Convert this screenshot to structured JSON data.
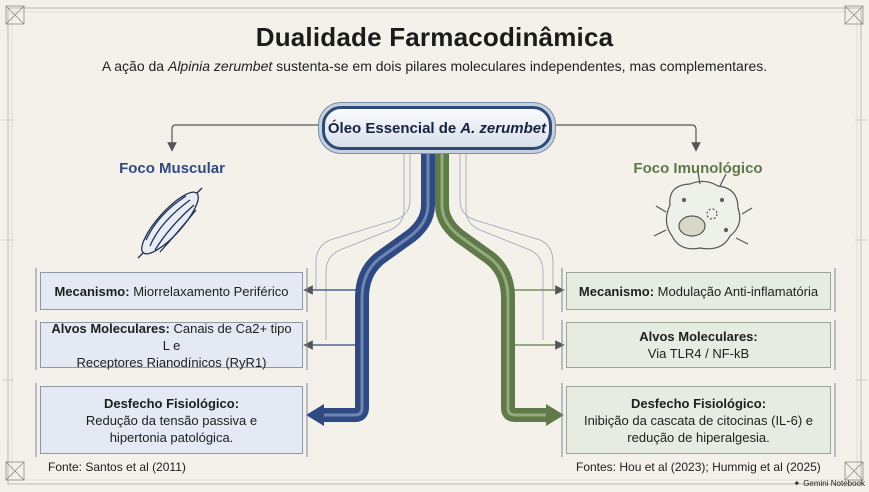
{
  "header": {
    "title": "Dualidade Farmacodinâmica",
    "subtitle_pre": "A ação da ",
    "subtitle_species": "Alpinia zerumbet",
    "subtitle_post": " sustenta-se em dois pilares moleculares independentes, mas complementares."
  },
  "center": {
    "label_pre": "Óleo Essencial de ",
    "label_species": "A. zerumbet"
  },
  "left": {
    "focus_title": "Foco Muscular",
    "icon": "muscle-fiber-icon",
    "color": "#2f4a82",
    "mechanism_label": "Mecanismo:",
    "mechanism_value": "Miorrelaxamento Periférico",
    "targets_label": "Alvos Moleculares:",
    "targets_value_1": "Canais de Ca2+ tipo L e",
    "targets_value_2": "Receptores Rianodínicos (RyR1)",
    "outcome_label": "Desfecho Fisiológico:",
    "outcome_value_1": "Redução da tensão passiva e",
    "outcome_value_2": "hipertonia patológica.",
    "source": "Fonte: Santos et al (2011)"
  },
  "right": {
    "focus_title": "Foco Imunológico",
    "icon": "immune-cell-icon",
    "color": "#5f7a48",
    "mechanism_label": "Mecanismo:",
    "mechanism_value": "Modulação Anti-inflamatória",
    "targets_label": "Alvos Moleculares:",
    "targets_value": "Via TLR4 / NF-kB",
    "outcome_label": "Desfecho Fisiológico:",
    "outcome_value_1": "Inibição da cascata de citocinas (IL-6) e",
    "outcome_value_2": "redução de hiperalgesia.",
    "source": "Fontes: Hou et al (2023); Hummig et al (2025)"
  },
  "brand": "Gemini Notebook"
}
